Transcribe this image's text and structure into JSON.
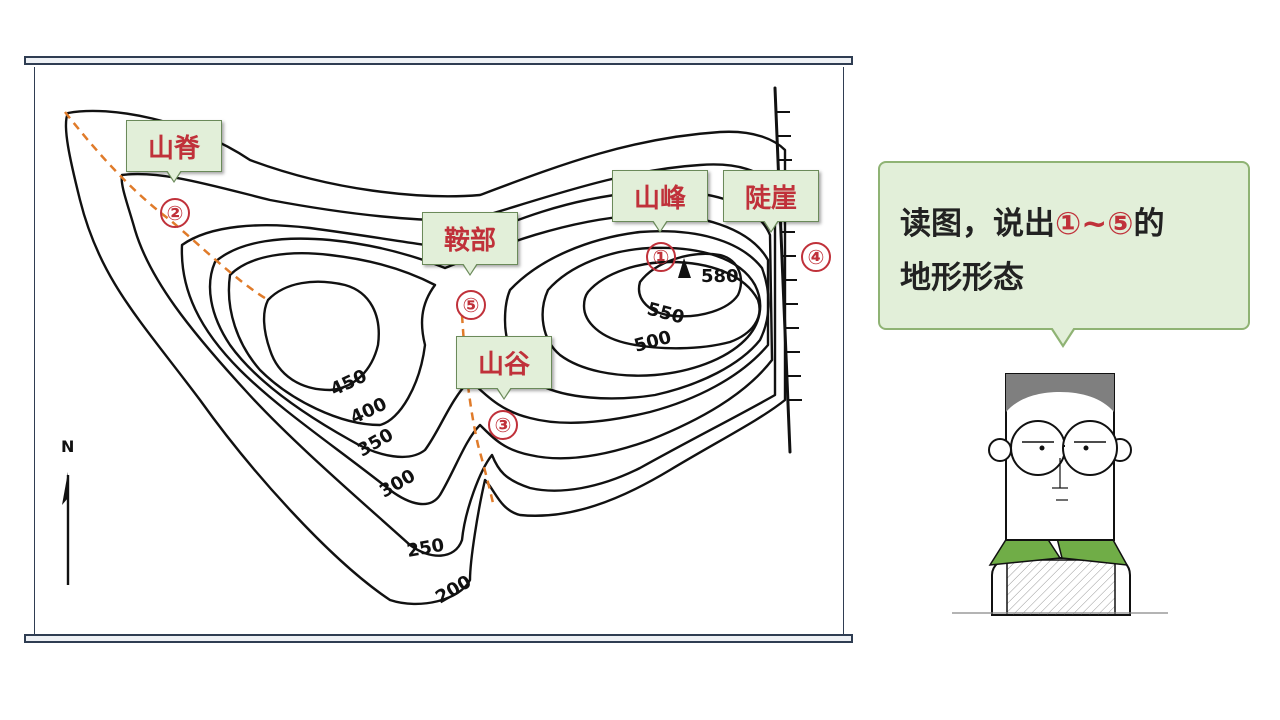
{
  "labels": {
    "ridge": "山脊",
    "saddle": "鞍部",
    "peak": "山峰",
    "cliff": "陡崖",
    "valley": "山谷"
  },
  "markers": {
    "m1": "①",
    "m2": "②",
    "m3": "③",
    "m4": "④",
    "m5": "⑤"
  },
  "contours": {
    "c200": "200",
    "c250": "250",
    "c300": "300",
    "c350": "350",
    "c400": "400",
    "c450": "450",
    "c500": "500",
    "c550": "550",
    "c580": "580"
  },
  "north": "N",
  "question": {
    "part1": "读图，说出",
    "highlight": "①~⑤",
    "part2": "的",
    "line2": "地形形态"
  },
  "colors": {
    "label_bg": "#e2efd9",
    "label_text": "#c0313a",
    "dashed_line": "#e07b2a",
    "shirt": "#70ad47",
    "hair": "#7f7f7f"
  }
}
